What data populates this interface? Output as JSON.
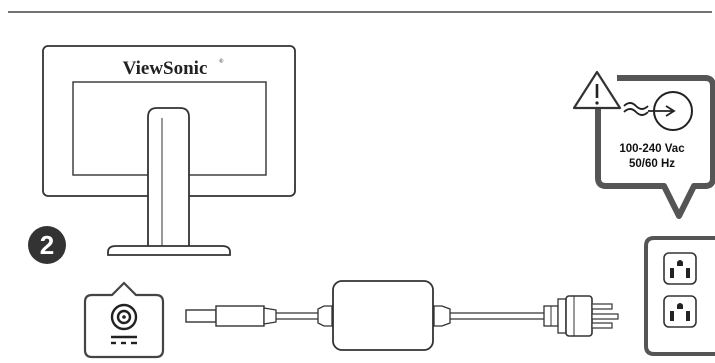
{
  "brand": {
    "name": "ViewSonic",
    "mark": "®"
  },
  "step": {
    "number": "2"
  },
  "power_spec": {
    "voltage": "100-240 Vac",
    "frequency": "50/60 Hz"
  },
  "icons": {
    "warning": "warning-triangle-icon",
    "ac_input": "ac-input-symbol-icon",
    "dc_port": "dc-power-port-icon",
    "dc_polarity": "dc-polarity-symbol-icon",
    "outlet": "wall-outlet-icon"
  },
  "colors": {
    "line": "#333333",
    "badge": "#333333",
    "callout_border": "#555555",
    "paper": "#ffffff"
  }
}
